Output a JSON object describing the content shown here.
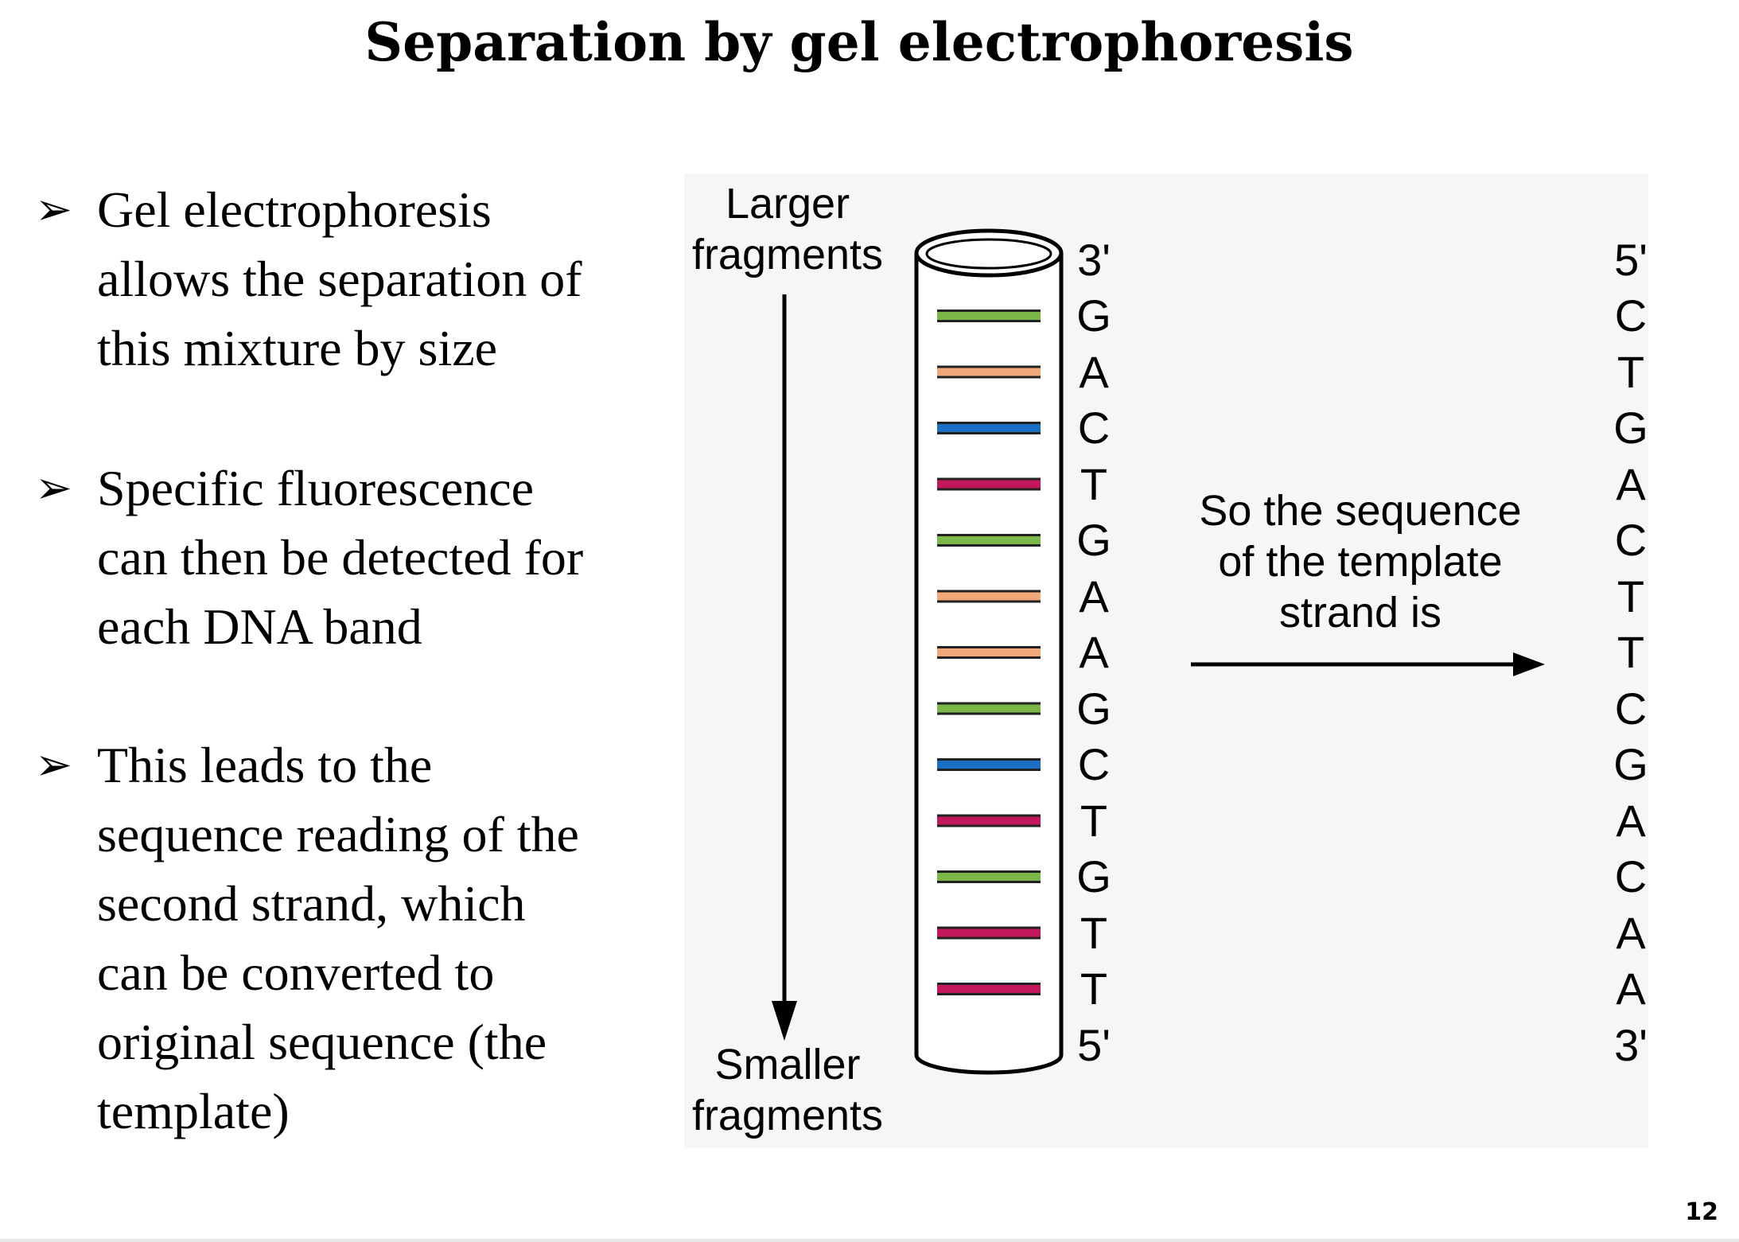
{
  "title": "Separation by gel electrophoresis",
  "bullet_symbol": "➢",
  "bullets": [
    {
      "lines": [
        "Gel electrophoresis",
        "allows the separation of",
        "this mixture by size"
      ]
    },
    {
      "lines": [
        "Specific fluorescence",
        "can then be detected for",
        "each DNA band"
      ]
    },
    {
      "lines": [
        "This leads to the",
        "sequence reading of  the",
        "second strand, which",
        "can be converted to",
        "original sequence (the",
        "template)"
      ]
    }
  ],
  "figure": {
    "top_label": [
      "Larger",
      "fragments"
    ],
    "bottom_label": [
      "Smaller",
      "fragments"
    ],
    "arrow_label": [
      "So the sequence",
      "of the template",
      "strand is"
    ],
    "read_strand": {
      "top_end": "3'",
      "bottom_end": "5'",
      "bases": [
        "G",
        "A",
        "C",
        "T",
        "G",
        "A",
        "A",
        "G",
        "C",
        "T",
        "G",
        "T",
        "T"
      ]
    },
    "template_strand": {
      "top_end": "5'",
      "bottom_end": "3'",
      "bases": [
        "C",
        "T",
        "G",
        "A",
        "C",
        "T",
        "T",
        "C",
        "G",
        "A",
        "C",
        "A",
        "A"
      ]
    },
    "band_colors": {
      "G": "#7ab648",
      "A": "#f0a878",
      "C": "#1a6fc4",
      "T": "#c2185b"
    }
  },
  "page_number": "12"
}
